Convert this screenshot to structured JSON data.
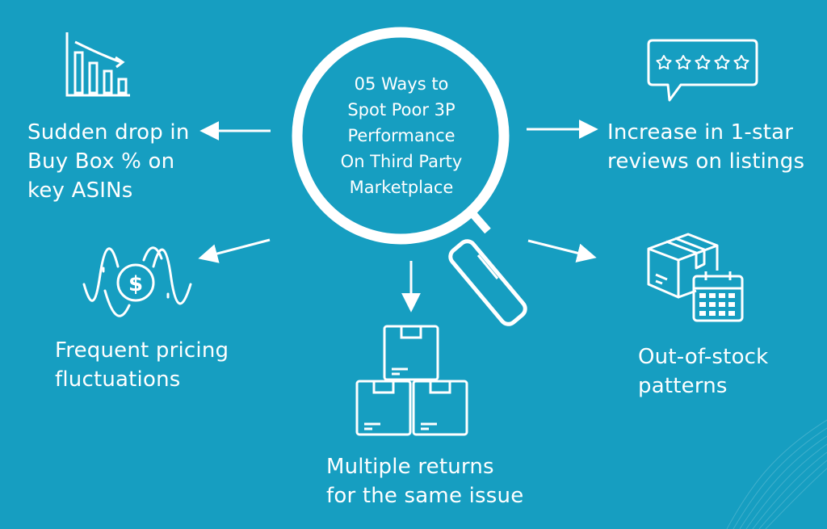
{
  "colors": {
    "background": "#169ec1",
    "foreground": "#ffffff"
  },
  "center": {
    "title": "05 Ways to\nSpot Poor 3P\nPerformance\nOn Third Party\nMarketplace",
    "icon": "magnifying-glass-icon"
  },
  "items": [
    {
      "id": "buybox",
      "label": "Sudden drop in\nBuy Box % on\nkey ASINs",
      "icon": "declining-bar-chart-icon"
    },
    {
      "id": "reviews",
      "label": "Increase in 1-star\nreviews on listings",
      "icon": "star-rating-speech-bubble-icon"
    },
    {
      "id": "pricing",
      "label": "Frequent pricing\nfluctuations",
      "icon": "price-fluctuation-wave-icon"
    },
    {
      "id": "returns",
      "label": "Multiple returns\nfor the same issue",
      "icon": "stacked-boxes-icon"
    },
    {
      "id": "stock",
      "label": "Out-of-stock\npatterns",
      "icon": "box-calendar-icon"
    }
  ]
}
